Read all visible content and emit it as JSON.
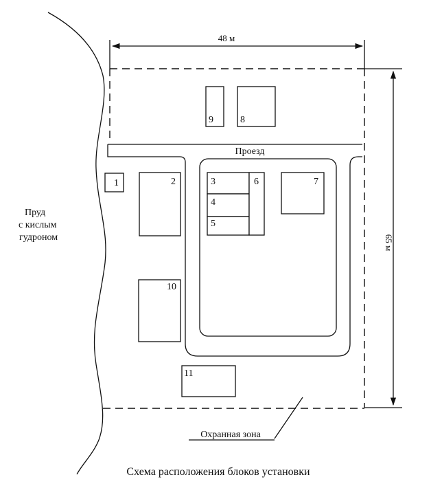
{
  "dimensions": {
    "width_label": "48 м",
    "height_label": "65 м"
  },
  "road_label": "Проезд",
  "pond_label": {
    "line1": "Пруд",
    "line2": "с кислым",
    "line3": "гудроном"
  },
  "protection_zone_label": "Охранная зона",
  "caption": "Схема расположения блоков установки",
  "blocks": [
    "1",
    "2",
    "3",
    "4",
    "5",
    "6",
    "7",
    "8",
    "9",
    "10",
    "11"
  ]
}
